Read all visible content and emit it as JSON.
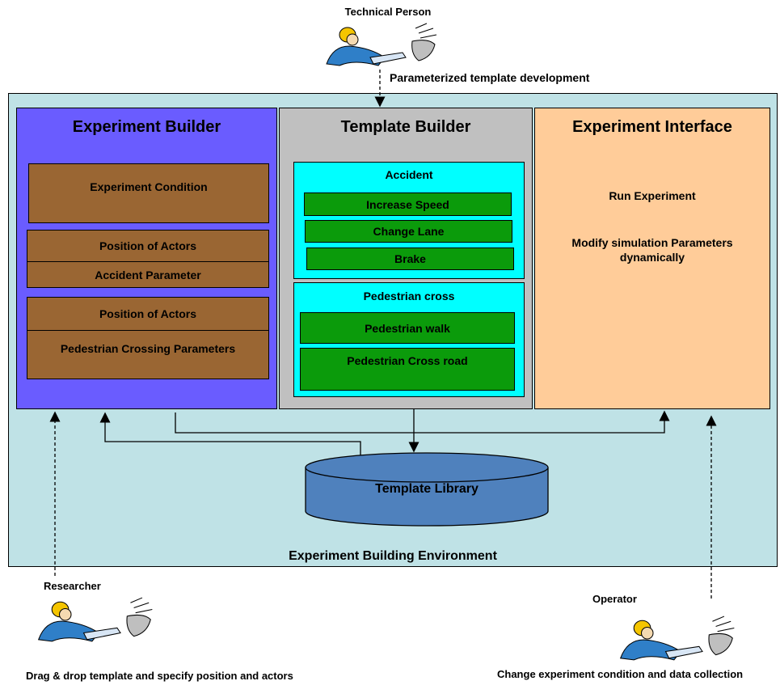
{
  "top": {
    "technical_person": "Technical Person",
    "template_dev": "Parameterized template development"
  },
  "env": {
    "label": "Experiment Building Environment"
  },
  "experiment_builder": {
    "title": "Experiment Builder",
    "condition": "Experiment Condition",
    "group1": {
      "position": "Position of Actors",
      "param": "Accident Parameter"
    },
    "group2": {
      "position": "Position of Actors",
      "param": "Pedestrian Crossing Parameters"
    }
  },
  "template_builder": {
    "title": "Template Builder",
    "accident": {
      "title": "Accident",
      "items": [
        "Increase Speed",
        "Change Lane",
        "Brake"
      ]
    },
    "pedestrian": {
      "title": "Pedestrian cross",
      "items": [
        "Pedestrian walk",
        "Pedestrian Cross road"
      ]
    }
  },
  "experiment_interface": {
    "title": "Experiment Interface",
    "run": "Run Experiment",
    "modify": "Modify simulation Parameters dynamically"
  },
  "library": {
    "label": "Template Library"
  },
  "bottom": {
    "researcher": "Researcher",
    "researcher_desc": "Drag & drop template and specify position and actors",
    "operator": "Operator",
    "operator_desc": "Change experiment condition and data collection"
  },
  "colors": {
    "env": "#bfe2e6",
    "exp_builder": "#6a5cff",
    "tmpl_builder": "#c0c0c0",
    "exp_interface": "#ffcc99",
    "brown": "#9a6633",
    "cyan": "#00ffff",
    "green": "#0b9b0b",
    "library": "#4f81bd"
  }
}
